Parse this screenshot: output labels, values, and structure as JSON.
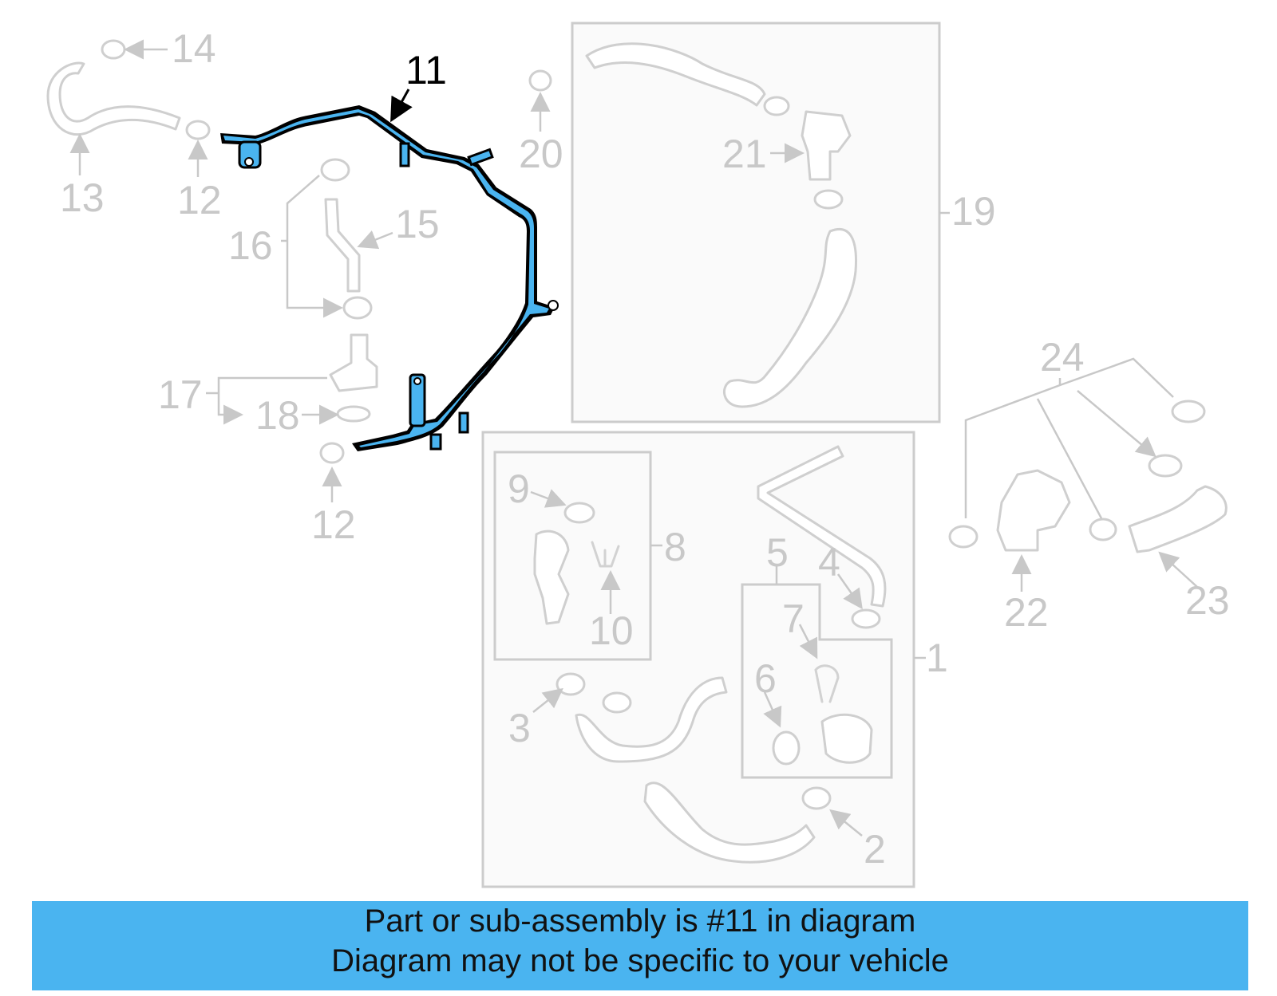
{
  "highlight": {
    "part_number": "11",
    "color": "#4ab4f0",
    "outline_color": "#000000"
  },
  "callouts": {
    "c1": "1",
    "c2": "2",
    "c3": "3",
    "c4": "4",
    "c5": "5",
    "c6": "6",
    "c7": "7",
    "c8": "8",
    "c9": "9",
    "c10": "10",
    "c11": "11",
    "c12a": "12",
    "c12b": "12",
    "c13": "13",
    "c14": "14",
    "c15": "15",
    "c16": "16",
    "c17": "17",
    "c18": "18",
    "c19": "19",
    "c20": "20",
    "c21": "21",
    "c22": "22",
    "c23": "23",
    "c24": "24"
  },
  "banner": {
    "line1": "Part or sub-assembly is #11 in diagram",
    "line2": "Diagram may not be specific to your vehicle",
    "background": "#4ab4f0"
  }
}
